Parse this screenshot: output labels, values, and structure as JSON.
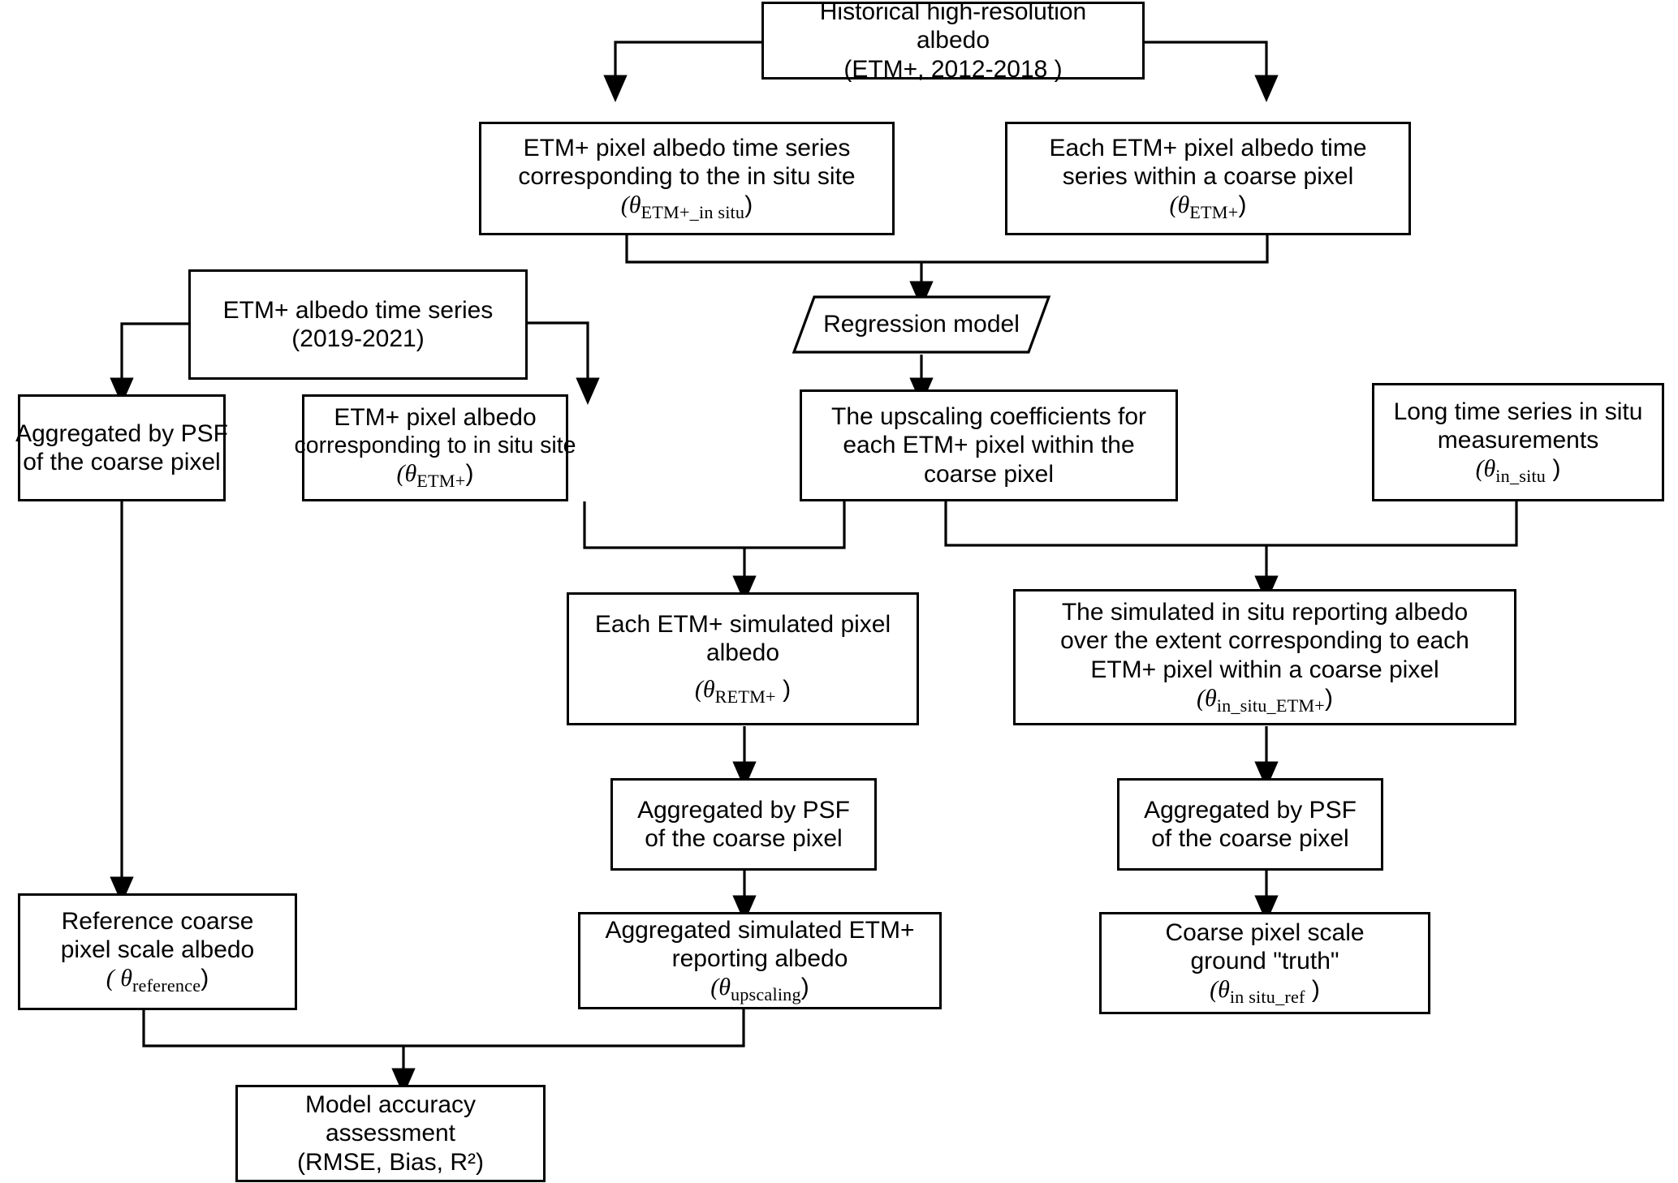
{
  "diagram": {
    "title": "Albedo upscaling and validation workflow",
    "stroke_color": "#000000",
    "background_color": "#ffffff",
    "nodes": {
      "historical": {
        "shape": "rectangle",
        "lines": [
          "Historical high-resolution",
          "albedo",
          "(ETM+, 2012-2018 )"
        ]
      },
      "etm_in_situ_series": {
        "shape": "rectangle",
        "lines": [
          "ETM+ pixel albedo time series",
          "corresponding to the in situ site"
        ],
        "symbol": "(θ",
        "symbol_sub": "ETM+_in situ",
        "symbol_close": ")"
      },
      "etm_within_coarse": {
        "shape": "rectangle",
        "lines": [
          "Each ETM+ pixel albedo time",
          "series within a coarse pixel"
        ],
        "symbol": "(θ",
        "symbol_sub": "ETM+",
        "symbol_close": ")"
      },
      "etm_series_2019": {
        "shape": "rectangle",
        "lines": [
          "ETM+ albedo time series",
          "(2019-2021)"
        ]
      },
      "regression_model": {
        "shape": "parallelogram",
        "label": "Regression model"
      },
      "aggregated_psf_left": {
        "shape": "rectangle",
        "lines": [
          "Aggregated by PSF",
          "of the coarse pixel"
        ]
      },
      "etm_pixel_in_situ": {
        "shape": "rectangle",
        "lines": [
          "ETM+ pixel albedo",
          "corresponding to in situ site"
        ],
        "symbol": "(θ",
        "symbol_sub": "ETM+",
        "symbol_close": ")"
      },
      "upscaling_coefficients": {
        "shape": "rectangle",
        "lines": [
          "The upscaling coefficients for",
          "each ETM+ pixel within the",
          "coarse pixel"
        ]
      },
      "long_time_series": {
        "shape": "rectangle",
        "lines": [
          "Long time series in situ",
          "measurements"
        ],
        "symbol": "(θ",
        "symbol_sub": "in_situ",
        "symbol_close": " )"
      },
      "simulated_pixel_albedo": {
        "shape": "rectangle",
        "lines": [
          "Each ETM+ simulated pixel",
          "albedo"
        ],
        "symbol": "(θ",
        "symbol_sub": "RETM+",
        "symbol_close": " )"
      },
      "simulated_in_situ": {
        "shape": "rectangle",
        "lines": [
          "The simulated in situ reporting albedo",
          "over the extent corresponding to each",
          "ETM+ pixel within a coarse pixel"
        ],
        "symbol": "(θ",
        "symbol_sub": "in_situ_ETM+",
        "symbol_close": ")"
      },
      "aggregated_psf_mid": {
        "shape": "rectangle",
        "lines": [
          "Aggregated by PSF",
          "of the coarse pixel"
        ]
      },
      "aggregated_psf_right": {
        "shape": "rectangle",
        "lines": [
          "Aggregated by PSF",
          "of the coarse pixel"
        ]
      },
      "reference_coarse": {
        "shape": "rectangle",
        "lines": [
          "Reference coarse",
          "pixel scale albedo"
        ],
        "symbol": "( θ",
        "symbol_sub": "reference",
        "symbol_close": ")"
      },
      "aggregated_simulated": {
        "shape": "rectangle",
        "lines": [
          "Aggregated simulated ETM+",
          "reporting albedo"
        ],
        "symbol": "(θ",
        "symbol_sub": "upscaling",
        "symbol_close": ")"
      },
      "coarse_ground_truth": {
        "shape": "rectangle",
        "lines": [
          "Coarse pixel scale",
          "ground \"truth\""
        ],
        "symbol": "(θ",
        "symbol_sub": "in situ_ref",
        "symbol_close": " )"
      },
      "model_accuracy": {
        "shape": "rectangle",
        "lines": [
          "Model accuracy",
          "assessment",
          "(RMSE, Bias, R²)"
        ]
      }
    }
  }
}
